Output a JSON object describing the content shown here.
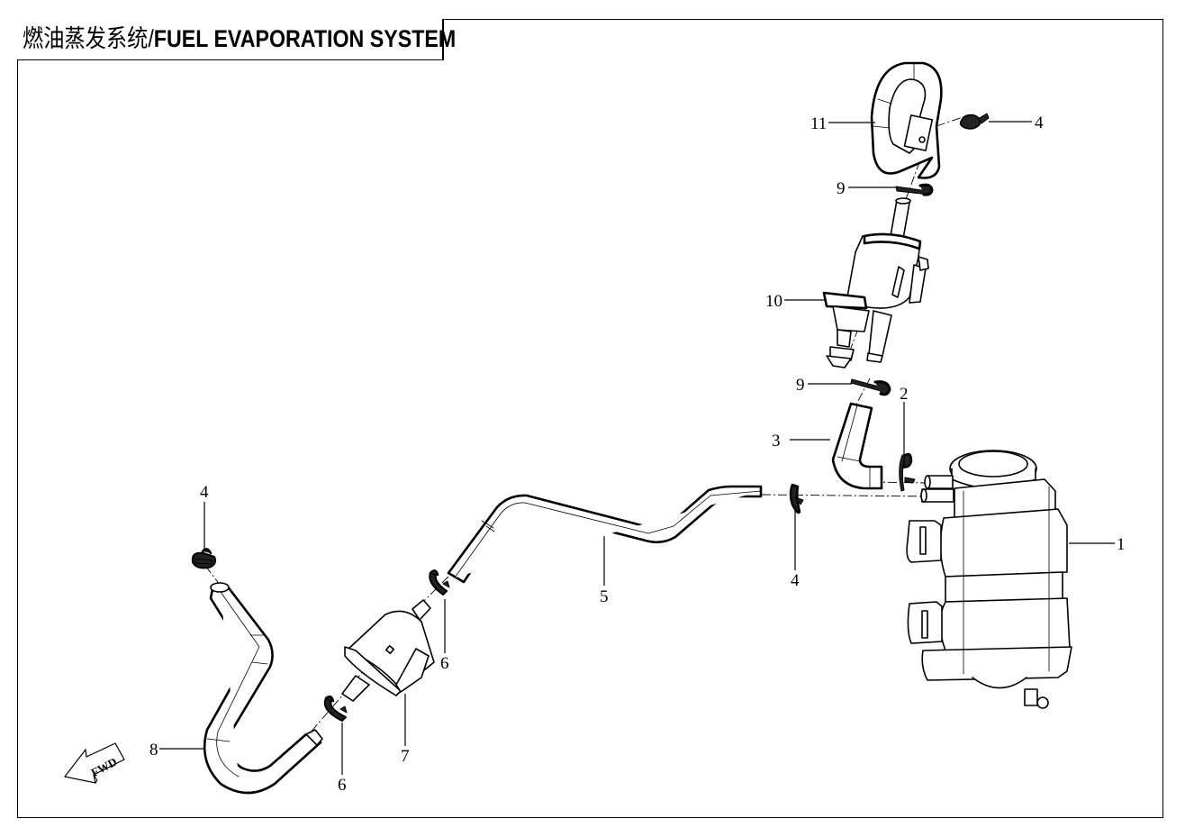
{
  "title": {
    "cn": "燃油蒸发系统",
    "separator": "/",
    "en": "FUEL EVAPORATION SYSTEM"
  },
  "direction_indicator": {
    "label": "FWD",
    "icon": "arrow-left-down-icon"
  },
  "callouts": [
    {
      "id": "c1",
      "number": "1",
      "part": "carbon-canister"
    },
    {
      "id": "c2",
      "number": "2",
      "part": "hose-clip"
    },
    {
      "id": "c3",
      "number": "3",
      "part": "hose-canister-to-valve"
    },
    {
      "id": "c4a",
      "number": "4",
      "part": "hose-clamp"
    },
    {
      "id": "c4b",
      "number": "4",
      "part": "hose-clamp"
    },
    {
      "id": "c4c",
      "number": "4",
      "part": "hose-clamp"
    },
    {
      "id": "c5",
      "number": "5",
      "part": "vapor-hose-long"
    },
    {
      "id": "c6a",
      "number": "6",
      "part": "hose-clip"
    },
    {
      "id": "c6b",
      "number": "6",
      "part": "hose-clip"
    },
    {
      "id": "c7",
      "number": "7",
      "part": "inline-filter"
    },
    {
      "id": "c8",
      "number": "8",
      "part": "vapor-hose-s-bend"
    },
    {
      "id": "c9a",
      "number": "9",
      "part": "hose-clip"
    },
    {
      "id": "c9b",
      "number": "9",
      "part": "hose-clip"
    },
    {
      "id": "c10",
      "number": "10",
      "part": "purge-solenoid-valve"
    },
    {
      "id": "c11",
      "number": "11",
      "part": "vapor-hose-u-bend"
    }
  ]
}
